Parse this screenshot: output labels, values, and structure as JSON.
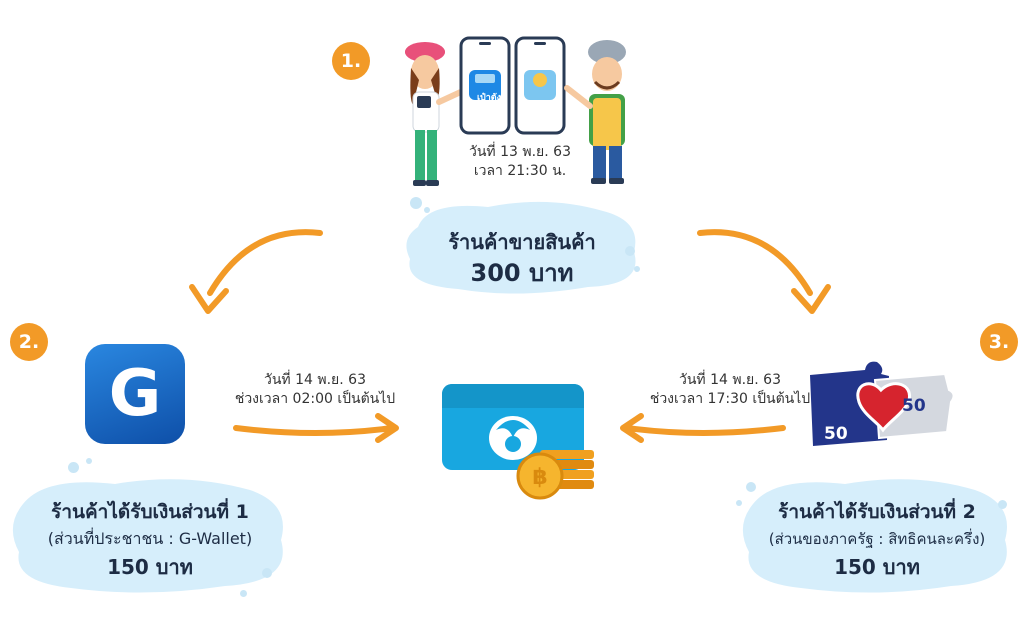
{
  "step1": {
    "number": "1.",
    "date": "วันที่ 13 พ.ย. 63",
    "time": "เวลา 21:30 น.",
    "app_left": "เป๋าตัง",
    "title": "ร้านค้าขายสินค้า",
    "amount": "300 บาท"
  },
  "step2": {
    "number": "2.",
    "date": "วันที่ 14 พ.ย. 63",
    "time": "ช่วงเวลา 02:00 เป็นต้นไป",
    "title": "ร้านค้าได้รับเงินส่วนที่ 1",
    "subtitle": "(ส่วนที่ประชาชน : G-Wallet)",
    "amount": "150 บาท"
  },
  "step3": {
    "number": "3.",
    "date": "วันที่ 14 พ.ย. 63",
    "time": "ช่วงเวลา 17:30 เป็นต้นไป",
    "title": "ร้านค้าได้รับเงินส่วนที่ 2",
    "subtitle": "(ส่วนของภาครัฐ : สิทธิคนละครึ่ง)",
    "amount": "150 บาท",
    "puzzle_left": "50",
    "puzzle_right": "50"
  },
  "icons": {
    "g_wallet": "G"
  },
  "colors": {
    "orange": "#f29a27",
    "light_blue": "#d6eefb",
    "bank_blue": "#18a7e0",
    "g_blue": "#1565c0",
    "navy": "#1d2c44"
  }
}
